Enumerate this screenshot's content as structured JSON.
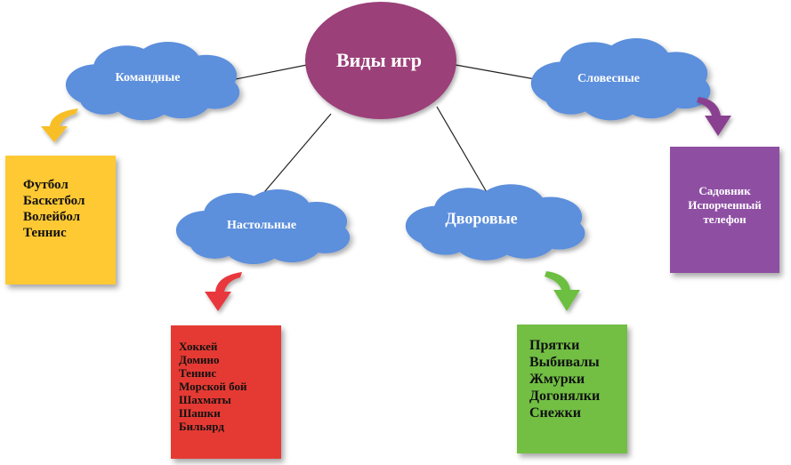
{
  "center": {
    "title": "Виды игр",
    "color": "#9b3f79"
  },
  "categories": [
    {
      "id": "komandnye",
      "label": "Командные",
      "box_color": "#ffc933",
      "arrow_color": "#f7be26",
      "items": [
        "Футбол",
        "Баскетбол",
        "Волейбол",
        "Теннис"
      ]
    },
    {
      "id": "nastolnye",
      "label": "Настольные",
      "box_color": "#e53a33",
      "arrow_color": "#e8383d",
      "items": [
        "Хоккей",
        "Домино",
        "Теннис",
        "Морской бой",
        "Шахматы",
        "Шашки",
        "Бильярд"
      ]
    },
    {
      "id": "dvorovye",
      "label": "Дворовые",
      "box_color": "#72bf44",
      "arrow_color": "#6cbf3f",
      "items": [
        "Прятки",
        "Выбивалы",
        "Жмурки",
        "Догонялки",
        "Снежки"
      ]
    },
    {
      "id": "slovesnye",
      "label": "Словесные",
      "box_color": "#8e4fa3",
      "arrow_color": "#8a3f90",
      "items": [
        "Садовник",
        "Испорченный",
        "телефон"
      ]
    }
  ],
  "cloud_color": "#5b8fdc",
  "line_color": "#222222"
}
